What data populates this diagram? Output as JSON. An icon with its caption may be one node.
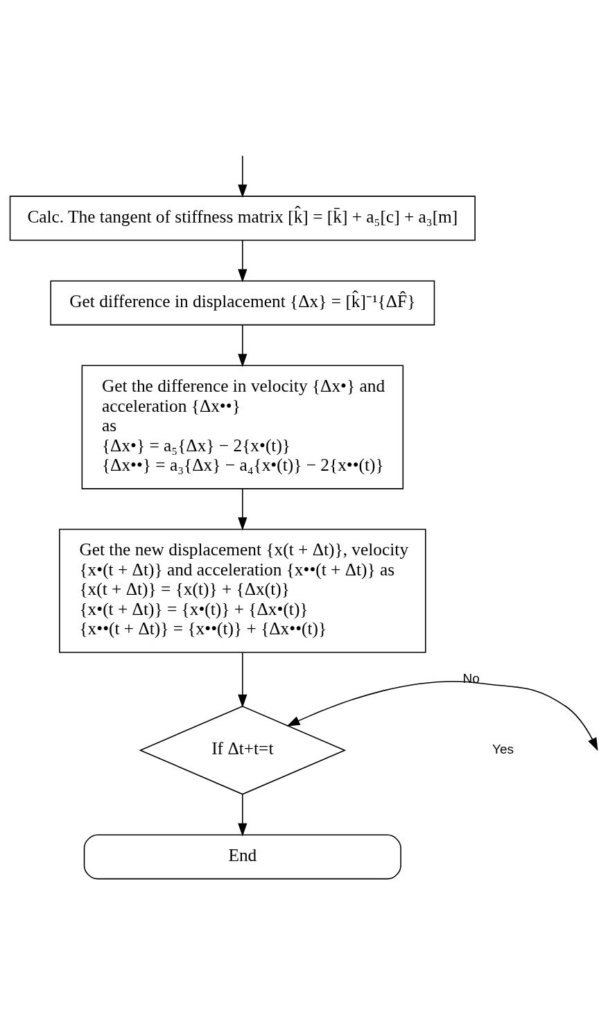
{
  "diagram": {
    "nodes": [
      {
        "text": [
          "Calc. The tangent of stiffness matrix [k̂] = [k̄] + a₅[c] + a₃[m]"
        ]
      },
      {
        "text": [
          "Get difference in displacement {Δx} = [k̂]⁻¹{ΔF̂}"
        ]
      },
      {
        "text": [
          "Get the difference in velocity {Δx•} and acceleration {Δx••}",
          "as",
          "{Δx•} = a₅{Δx} − 2{x•(t)}",
          "{Δx••} = a₃{Δx} − a₄{x•(t)} − 2{x••(t)}"
        ]
      },
      {
        "text": [
          "Get the new displacement {x(t + Δt)}, velocity {x•(t + Δt)} and acceleration {x••(t + Δt)} as",
          "{x(t + Δt)} = {x(t)} + {Δx(t)}",
          "{x•(t + Δt)} = {x•(t)} + {Δx•(t)}",
          "{x••(t + Δt)} = {x••(t)} + {Δx••(t)}"
        ]
      },
      {
        "text": [
          "If Δt+t=t"
        ]
      },
      {
        "text": [
          "End"
        ]
      }
    ],
    "edges": [
      {
        "from": null,
        "to": 0,
        "arrow": "to"
      },
      {
        "from": 0,
        "to": 1,
        "arrow": "to"
      },
      {
        "from": 1,
        "to": 2,
        "arrow": "to"
      },
      {
        "from": 2,
        "to": 3,
        "arrow": "to"
      },
      {
        "from": 3,
        "to": 4,
        "arrow": "to"
      },
      {
        "from": 4,
        "to": 5,
        "arrow": "to"
      },
      {
        "from": 4,
        "to": null,
        "arrow": "both",
        "label": "No"
      }
    ],
    "labels": [
      "Yes"
    ]
  }
}
